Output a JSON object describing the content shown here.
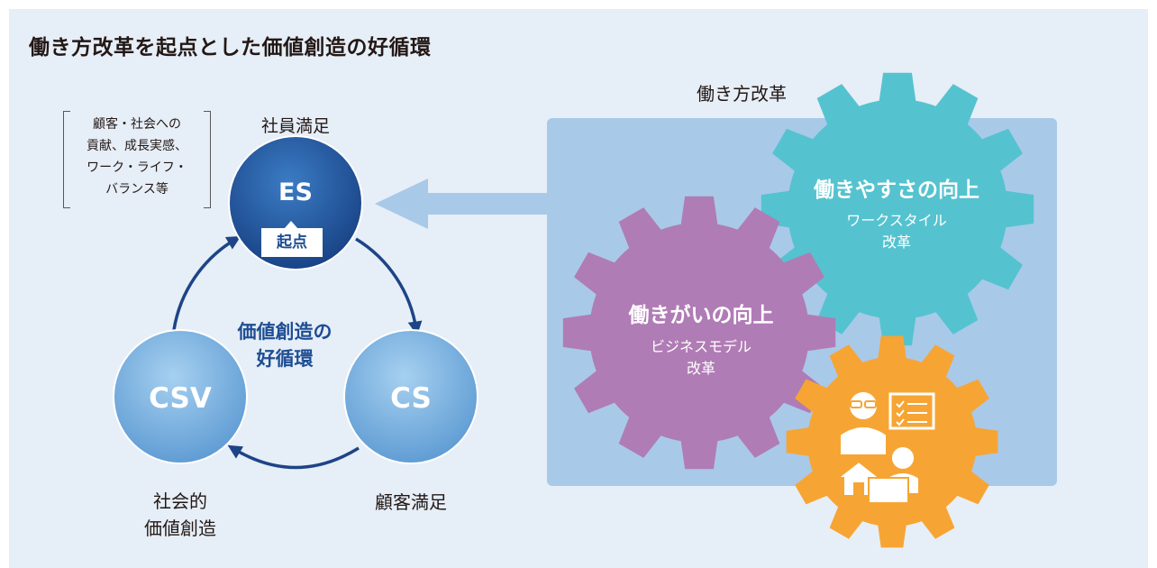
{
  "title": "働き方改革を起点とした価値創造の好循環",
  "note": {
    "lines": [
      "顧客・社会への",
      "貢献、成長実感、",
      "ワーク・ライフ・",
      "バランス等"
    ]
  },
  "es": {
    "top_label": "社員満足",
    "abbr": "ES",
    "badge": "起点"
  },
  "cs": {
    "abbr": "CS",
    "bottom_label": "顧客満足"
  },
  "csv": {
    "abbr": "CSV",
    "bottom_label_1": "社会的",
    "bottom_label_2": "価値創造"
  },
  "cycle_label": {
    "line1": "価値創造の",
    "line2": "好循環"
  },
  "reform": {
    "label": "働き方改革",
    "gear_teal": {
      "title": "働きやすさの向上",
      "sub1": "ワークスタイル",
      "sub2": "改革"
    },
    "gear_purple": {
      "title": "働きがいの向上",
      "sub1": "ビジネスモデル",
      "sub2": "改革"
    },
    "gear_orange": {
      "icon": "remote-work-people-icon"
    }
  },
  "colors": {
    "panel_bg": "#e6eef7",
    "reform_box": "#a9c9e9",
    "es_blue": "#1f4f96",
    "cs_blue": "#6ea8dc",
    "teal": "#54c3cf",
    "purple": "#b07cb5",
    "orange": "#f6a534",
    "arrow_navy": "#1d4486"
  }
}
